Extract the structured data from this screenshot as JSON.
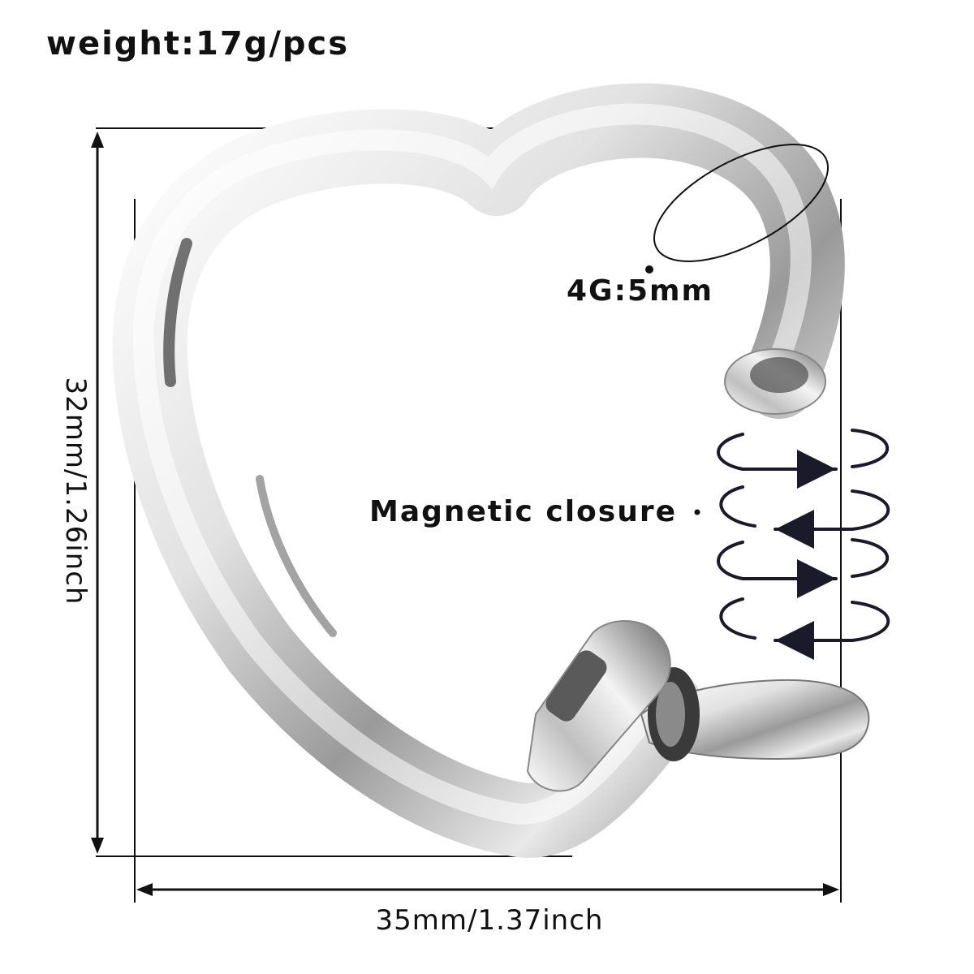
{
  "weight_label": "weight:17g/pcs",
  "height_label": "32mm/1.26inch",
  "width_label": "35mm/1.37inch",
  "gauge_label": "4G:5mm",
  "closure_label": "Magnetic closure",
  "colors": {
    "ink": "#111111",
    "metal_light": "#f7f7f7",
    "metal_mid": "#c9c9c9",
    "metal_dark": "#555555",
    "arrow": "#1a1a2a"
  }
}
